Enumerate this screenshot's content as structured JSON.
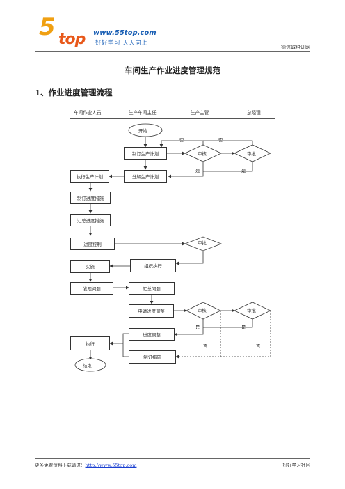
{
  "header": {
    "logo_number": "5",
    "logo_word": "top",
    "logo_url": "www.55top.com",
    "logo_slogan": "好好学习 天天向上",
    "right_text": "德信诚培训网"
  },
  "document": {
    "title": "车间生产作业进度管理规范",
    "section_heading": "1、作业进度管理流程"
  },
  "lanes": [
    "车间作业人员",
    "生产车间主任",
    "生产主管",
    "总经理"
  ],
  "nodes": {
    "start": "开始",
    "plan": "制订生产计划",
    "review1": "审核",
    "approve1": "审批",
    "execute_plan": "执行生产计划",
    "decompose": "分解生产计划",
    "measures": "制订进度措施",
    "summarize_measures": "汇总进度措施",
    "control": "进度控制",
    "approve2": "审批",
    "implement": "实施",
    "organize": "组织执行",
    "find_problem": "发现问题",
    "summarize_problem": "汇总问题",
    "apply_adjust": "申请进度调整",
    "review3": "审核",
    "approve3": "审批",
    "adjust": "进度调整",
    "execute": "执行",
    "make_measures": "制订措施",
    "end": "结束"
  },
  "edge_labels": {
    "no": "否",
    "yes": "是"
  },
  "footer": {
    "left_text": "更多免费资料下载请进：",
    "link_text": "http://www.55top.com",
    "right_text": "好好学习社区"
  }
}
